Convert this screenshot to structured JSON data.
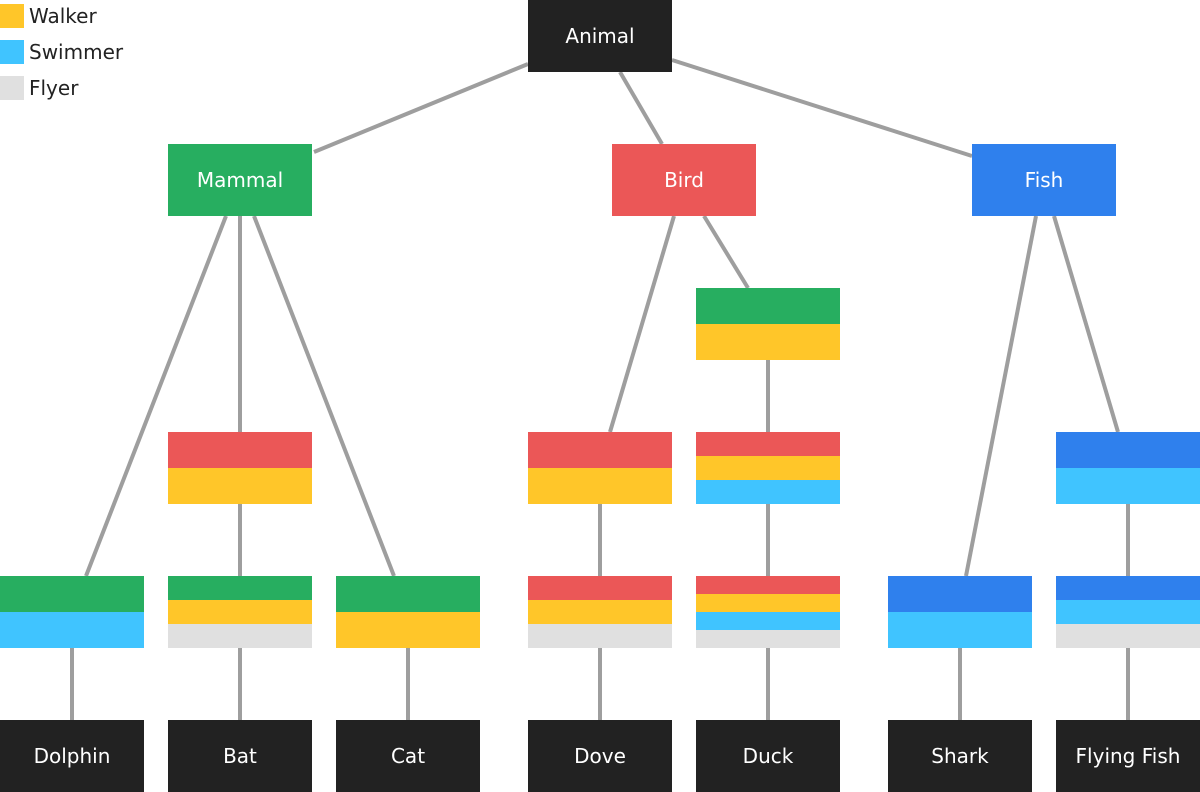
{
  "colors": {
    "dark": "#222222",
    "mammal": "#27ae60",
    "bird": "#eb5757",
    "fish": "#2f80ed",
    "walker": "#ffc629",
    "swimmer": "#40c4ff",
    "flyer": "#e0e0e0",
    "edge": "#9e9e9e"
  },
  "legend": [
    {
      "label": "Walker",
      "color": "#ffc629"
    },
    {
      "label": "Swimmer",
      "color": "#40c4ff"
    },
    {
      "label": "Flyer",
      "color": "#e0e0e0"
    }
  ],
  "nodes": {
    "animal": {
      "label": "Animal"
    },
    "mammal": {
      "label": "Mammal"
    },
    "bird": {
      "label": "Bird"
    },
    "fish": {
      "label": "Fish"
    },
    "dolphin": {
      "label": "Dolphin"
    },
    "bat": {
      "label": "Bat"
    },
    "cat": {
      "label": "Cat"
    },
    "dove": {
      "label": "Dove"
    },
    "duck": {
      "label": "Duck"
    },
    "shark": {
      "label": "Shark"
    },
    "flying_fish": {
      "label": "Flying Fish"
    }
  },
  "trait_groups": [
    {
      "id": "mammal-walker",
      "traits": [
        "mammal",
        "walker"
      ]
    },
    {
      "id": "bird-walker",
      "traits": [
        "bird",
        "walker"
      ]
    },
    {
      "id": "bird-walker-2",
      "traits": [
        "bird",
        "walker"
      ]
    },
    {
      "id": "bird-walker-swimmer",
      "traits": [
        "bird",
        "walker",
        "swimmer"
      ]
    },
    {
      "id": "fish-swimmer",
      "traits": [
        "fish",
        "swimmer"
      ]
    },
    {
      "id": "mammal-swimmer",
      "traits": [
        "mammal",
        "swimmer"
      ]
    },
    {
      "id": "mammal-walker-flyer",
      "traits": [
        "mammal",
        "walker",
        "flyer"
      ]
    },
    {
      "id": "mammal-walker-2",
      "traits": [
        "mammal",
        "walker"
      ]
    },
    {
      "id": "bird-walker-flyer",
      "traits": [
        "bird",
        "walker",
        "flyer"
      ]
    },
    {
      "id": "bird-walker-swimmer-flyer",
      "traits": [
        "bird",
        "walker",
        "swimmer",
        "flyer"
      ]
    },
    {
      "id": "fish-swimmer-2",
      "traits": [
        "fish",
        "swimmer"
      ]
    },
    {
      "id": "fish-swimmer-flyer",
      "traits": [
        "fish",
        "swimmer",
        "flyer"
      ]
    }
  ]
}
